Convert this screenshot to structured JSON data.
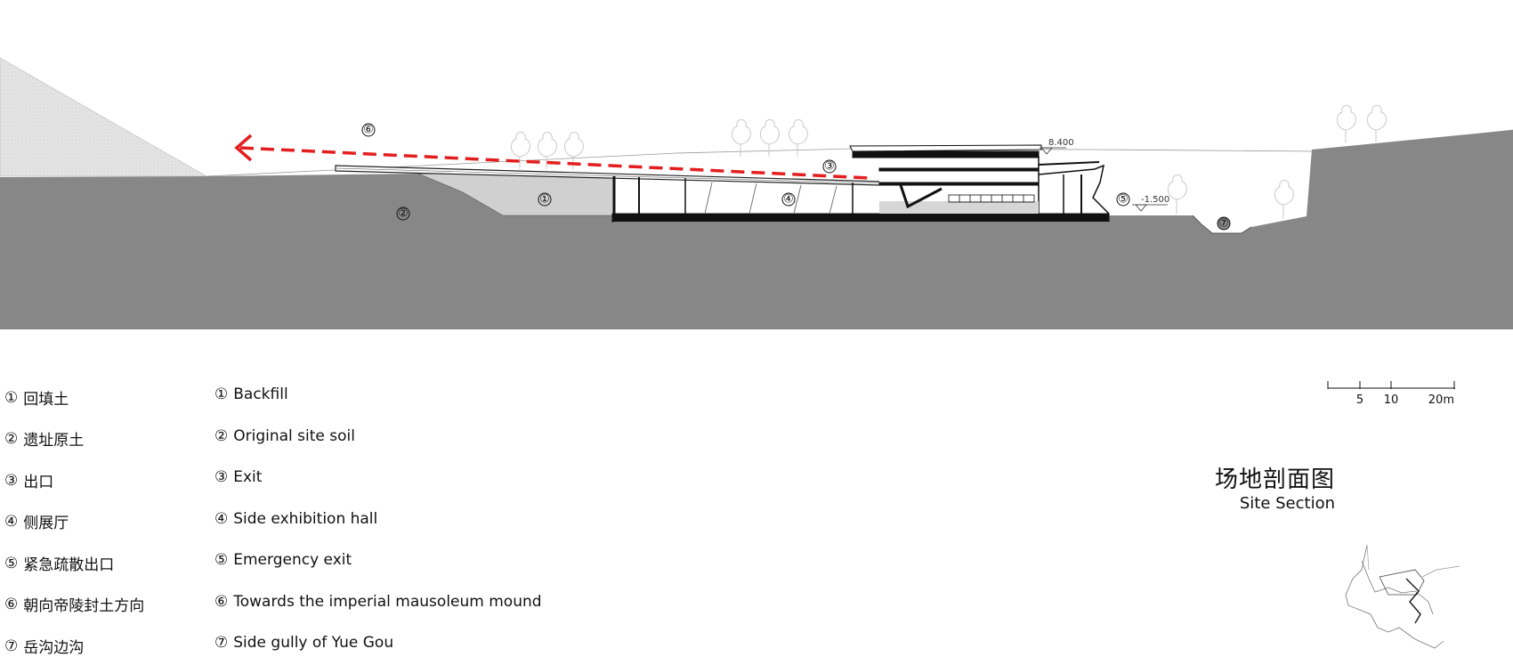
{
  "title": {
    "cn": "场地剖面图",
    "en": "Site Section"
  },
  "legend_cn": [
    {
      "num": "①",
      "text": "回填土"
    },
    {
      "num": "②",
      "text": "遗址原土"
    },
    {
      "num": "③",
      "text": "出口"
    },
    {
      "num": "④",
      "text": "侧展厅"
    },
    {
      "num": "⑤",
      "text": "紧急疏散出口"
    },
    {
      "num": "⑥",
      "text": "朝向帝陵封土方向"
    },
    {
      "num": "⑦",
      "text": "岳沟边沟"
    }
  ],
  "legend_en": [
    {
      "num": "①",
      "text": "Backfill"
    },
    {
      "num": "②",
      "text": "Original site soil"
    },
    {
      "num": "③",
      "text": "Exit"
    },
    {
      "num": "④",
      "text": "Side exhibition hall"
    },
    {
      "num": "⑤",
      "text": "Emergency exit"
    },
    {
      "num": "⑥",
      "text": "Towards the imperial mausoleum mound"
    },
    {
      "num": "⑦",
      "text": "Side gully of Yue Gou"
    }
  ],
  "markers": [
    "①",
    "②",
    "③",
    "④",
    "⑤",
    "⑥",
    "⑦"
  ],
  "levels": {
    "top": "8.400",
    "bottom": "-1.500"
  },
  "scale_bar": {
    "labels": [
      "5",
      "10",
      "20m"
    ]
  },
  "colors": {
    "ground": "#878787",
    "backfill": "#d0d0d0",
    "mound": "#dedede",
    "arrow": "#e31e1e",
    "structure": "#111111"
  }
}
